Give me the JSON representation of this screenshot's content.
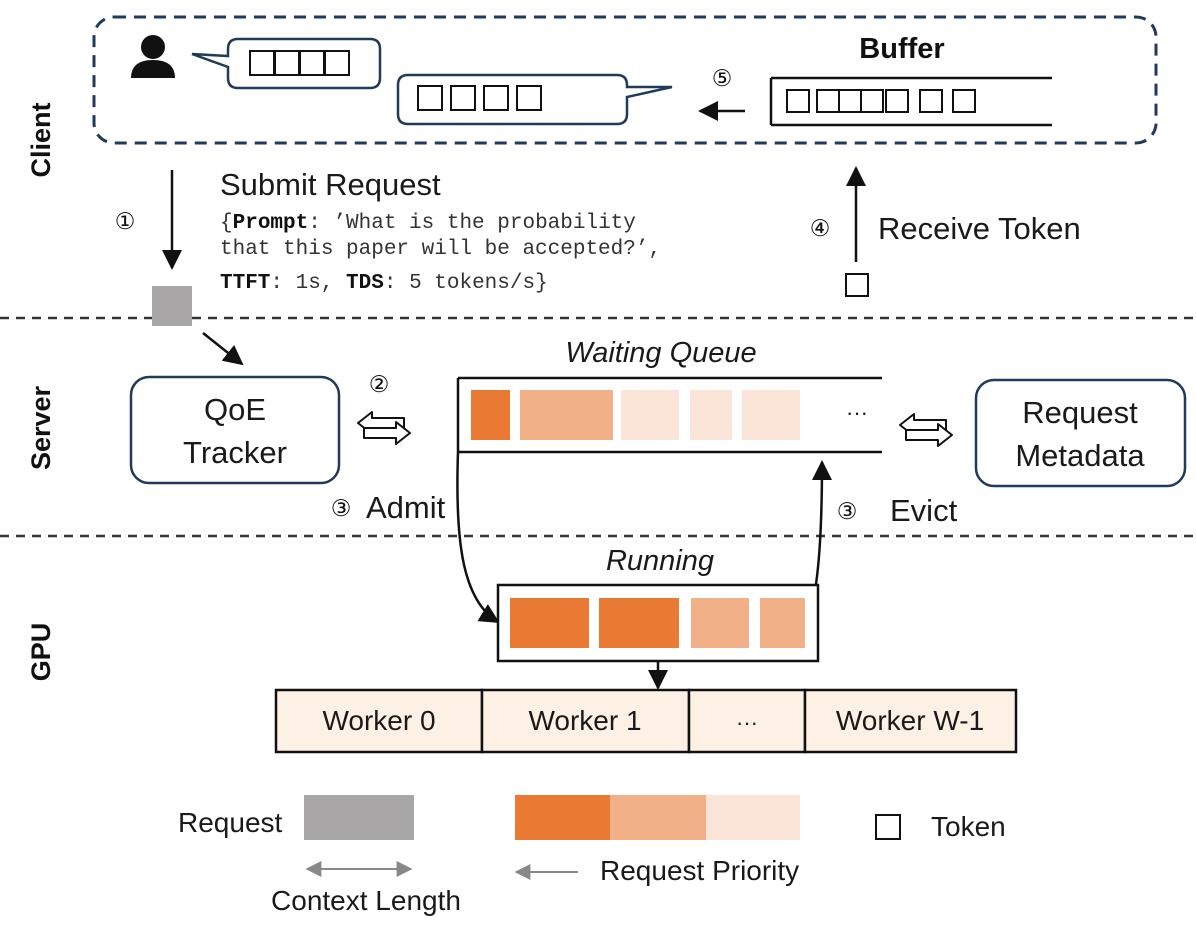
{
  "lanes": {
    "client": "Client",
    "server": "Server",
    "gpu": "GPU"
  },
  "client": {
    "buffer_title": "Buffer",
    "step5": "⑤"
  },
  "submit": {
    "step": "①",
    "title": "Submit Request",
    "line1_open": "{",
    "prompt_key": "Prompt",
    "line1_rest": ": ’What is the probability",
    "line2": "that this paper will be accepted?’,",
    "ttft_key": "TTFT",
    "ttft_val": ": 1s, ",
    "tds_key": "TDS",
    "tds_val": ": 5 tokens/s}"
  },
  "receive": {
    "step": "④",
    "title": "Receive Token"
  },
  "server": {
    "step2": "②",
    "qoe_line1": "QoE",
    "qoe_line2": "Tracker",
    "queue_title": "Waiting Queue",
    "queue_ellipsis": "···",
    "metadata_line1": "Request",
    "metadata_line2": "Metadata",
    "admit_step": "③",
    "admit_label": "Admit",
    "evict_step": "③",
    "evict_label": "Evict"
  },
  "gpu": {
    "running_title": "Running",
    "workers": [
      "Worker 0",
      "Worker 1",
      "···",
      "Worker W-1"
    ]
  },
  "legend": {
    "request": "Request",
    "context_length": "Context Length",
    "request_priority": "Request Priority",
    "token": "Token"
  },
  "colors": {
    "client_border": "#1f3a5c",
    "box_border": "#1f3a5c",
    "priority_high": "#ea7a33",
    "priority_mid": "#f2b089",
    "priority_low": "#fbe4d8",
    "worker_fill": "#fdf1e5",
    "request_gray": "#a8a6a6"
  }
}
